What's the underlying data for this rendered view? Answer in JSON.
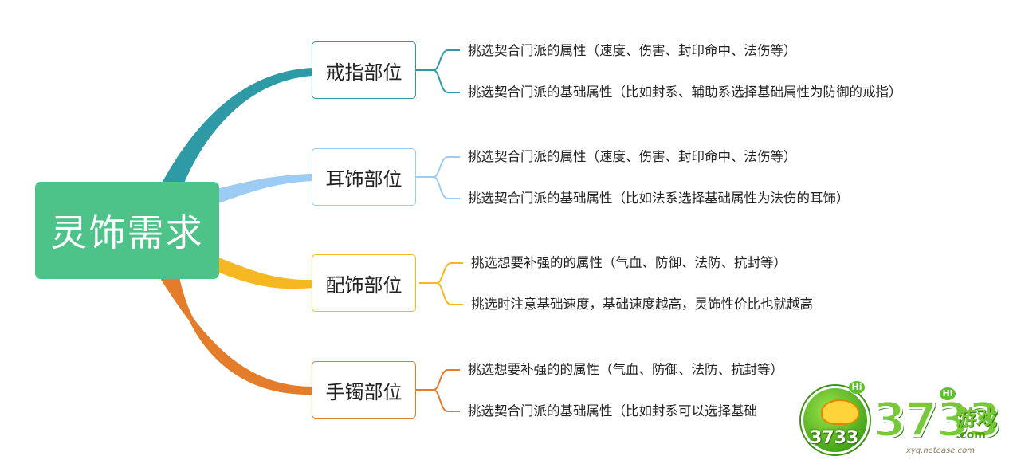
{
  "root": {
    "label": "灵饰需求",
    "color": "#4ec389"
  },
  "branches": [
    {
      "label": "戒指部位",
      "color": "#2e9aa6",
      "leaves": [
        "挑选契合门派的属性（速度、伤害、封印命中、法伤等）",
        "挑选契合门派的基础属性（比如封系、辅助系选择基础属性为防御的戒指）"
      ]
    },
    {
      "label": "耳饰部位",
      "color": "#9ccbf3",
      "leaves": [
        "挑选契合门派的属性（速度、伤害、封印命中、法伤等）",
        "挑选契合门派的基础属性（比如法系选择基础属性为法伤的耳饰）"
      ]
    },
    {
      "label": "配饰部位",
      "color": "#f5b820",
      "leaves": [
        "挑选想要补强的的属性（气血、防御、法防、抗封等）",
        "挑选时注意基础速度，基础速度越高，灵饰性价比也就越高"
      ]
    },
    {
      "label": "手镯部位",
      "color": "#e47d2b",
      "leaves": [
        "挑选想要补强的的属性（气血、防御、法防、抗封等）",
        "挑选契合门派的基础属性（比如封系可以选择基础"
      ]
    }
  ],
  "watermark": {
    "face_number": "3733",
    "badge": "Hi",
    "brand_number": "3733",
    "brand_text": "游戏",
    "brand_domain": ".com",
    "site_url": "xyq.netease.com",
    "icon": "smiley-mascot-icon"
  }
}
